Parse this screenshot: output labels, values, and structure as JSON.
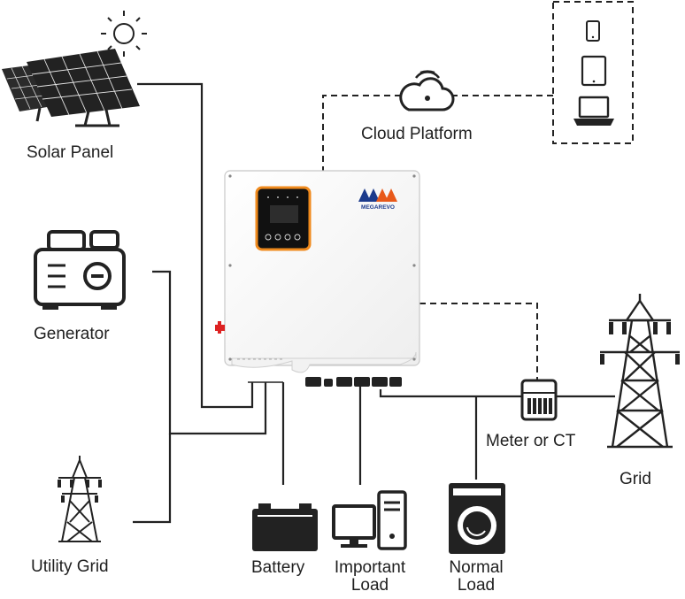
{
  "labels": {
    "solar_panel": "Solar Panel",
    "generator": "Generator",
    "utility_grid": "Utility Grid",
    "cloud_platform": "Cloud Platform",
    "meter_or_ct": "Meter or CT",
    "grid": "Grid",
    "battery": "Battery",
    "important_load_line1": "Important",
    "important_load_line2": "Load",
    "normal_load_line1": "Normal",
    "normal_load_line2": "Load"
  },
  "inverter": {
    "brand": "MEGAREVO",
    "brand_colors": [
      "#1b3a8c",
      "#e8591a"
    ],
    "display_bezel_color": "#f08a1d"
  },
  "icons": [
    "sun-icon",
    "solar-panel-icon",
    "generator-icon",
    "utility-grid-tower-icon",
    "cloud-icon",
    "phone-icon",
    "tablet-icon",
    "laptop-icon",
    "inverter-icon",
    "meter-icon",
    "grid-tower-icon",
    "battery-icon",
    "computer-icon",
    "washing-machine-icon"
  ]
}
